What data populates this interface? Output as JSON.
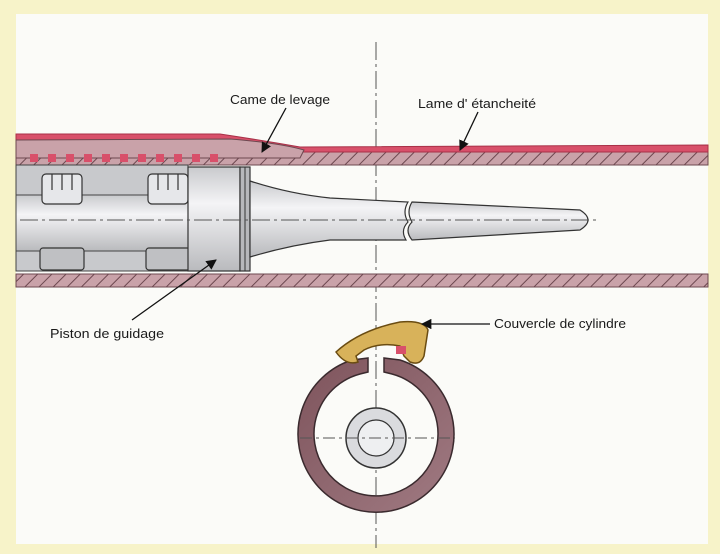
{
  "labels": {
    "came": "Came de levage",
    "lame": "Lame d' étancheité",
    "piston": "Piston de guidage",
    "couvercle": "Couvercle de cylindre"
  },
  "colors": {
    "background": "#f7f3c9",
    "paper": "#fbfbf8",
    "seal_red": "#d8506a",
    "wall_mauve": "#b98e95",
    "cover_gold": "#d8b25a",
    "piston_grey": "#d9dadd"
  }
}
